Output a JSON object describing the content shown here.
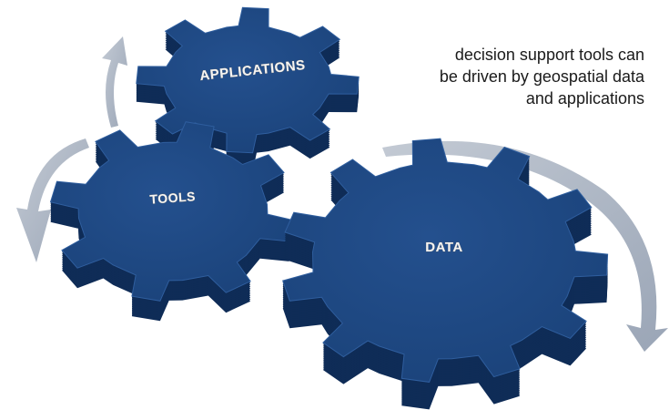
{
  "gears": [
    {
      "id": "applications",
      "label": "APPLICATIONS"
    },
    {
      "id": "tools",
      "label": "TOOLS"
    },
    {
      "id": "data",
      "label": "DATA"
    }
  ],
  "caption": {
    "line1": "decision support tools can",
    "line2": "be driven by geospatial data",
    "line3": "and applications"
  },
  "colors": {
    "gear_top": "#1e4a85",
    "gear_side": "#0f2c57",
    "arrow": "#a9b3c2",
    "label": "#f4f4f4"
  }
}
